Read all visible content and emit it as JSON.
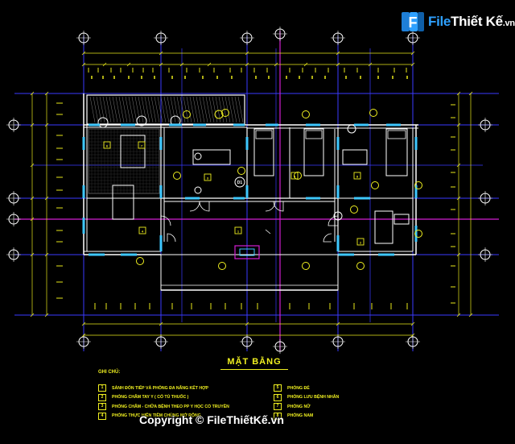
{
  "watermark": {
    "brand": "File",
    "brand2": "Thiết Kế",
    "domain": ".vn",
    "copyright": "Copyright © FileThiếtKế.vn"
  },
  "plan": {
    "title": "MẶT BẰNG",
    "notes_heading": "GHI CHÚ:",
    "room_tags": [
      "1",
      "2",
      "3",
      "4",
      "5",
      "6",
      "7",
      "8",
      "9",
      "D1"
    ]
  },
  "legend": {
    "left": [
      {
        "num": "1",
        "label": "SẢNH ĐÓN TIẾP VÀ PHÒNG ĐA NĂNG KẾT HỢP"
      },
      {
        "num": "2",
        "label": "PHÒNG CHĂM TAY Y ( CÓ TỦ THUỐC )"
      },
      {
        "num": "3",
        "label": "PHÒNG CHĂM - CHỮA BỆNH THEO PP Y HỌC CỔ TRUYỀN"
      },
      {
        "num": "4",
        "label": "PHÒNG THỰC HIỆN TIÊM CHỦNG MỞ RỘNG"
      }
    ],
    "right": [
      {
        "num": "5",
        "label": "PHÒNG ĐẺ"
      },
      {
        "num": "6",
        "label": "PHÒNG LƯU BỆNH NHÂN"
      },
      {
        "num": "7",
        "label": "PHÒNG NỮ"
      },
      {
        "num": "8",
        "label": "PHÒNG NAM"
      }
    ]
  },
  "colors": {
    "background": "#000000",
    "grid": "#3a3aff",
    "axis": "#d21fd2",
    "wall": "#ffffff",
    "dimension": "#e8e81a",
    "fixture": "#ffffff",
    "column": "#3ec8ff"
  }
}
